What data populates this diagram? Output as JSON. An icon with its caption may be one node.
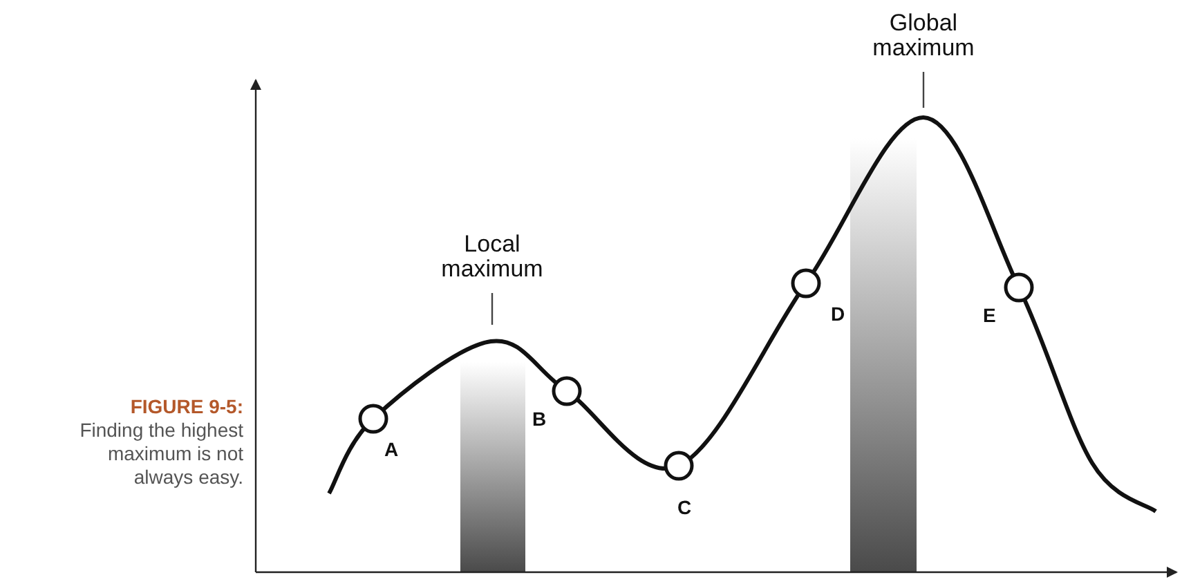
{
  "diagram": {
    "caption": "**FIGURE 9-5:** Finding the highest maximum is not always easy.",
    "nodes": [
      {
        "text": [
          "Local maximum"
        ]
      },
      {
        "text": [
          "Global maximum"
        ]
      },
      {
        "text": [],
        "shape": "circle",
        "beside": [
          "A"
        ]
      },
      {
        "text": [],
        "shape": "circle",
        "beside": [
          "B"
        ]
      },
      {
        "text": [],
        "shape": "circle",
        "beside": [
          "C"
        ]
      },
      {
        "text": [],
        "shape": "circle",
        "beside": [
          "D"
        ]
      },
      {
        "text": [],
        "shape": "circle",
        "beside": [
          "E"
        ]
      },
      {
        "text": [],
        "shape": "bar"
      },
      {
        "text": [],
        "shape": "bar"
      }
    ],
    "edges": [
      {
        "from": 0,
        "to": null,
        "arrow": "none"
      },
      {
        "from": 1,
        "to": null,
        "arrow": "none"
      }
    ]
  }
}
